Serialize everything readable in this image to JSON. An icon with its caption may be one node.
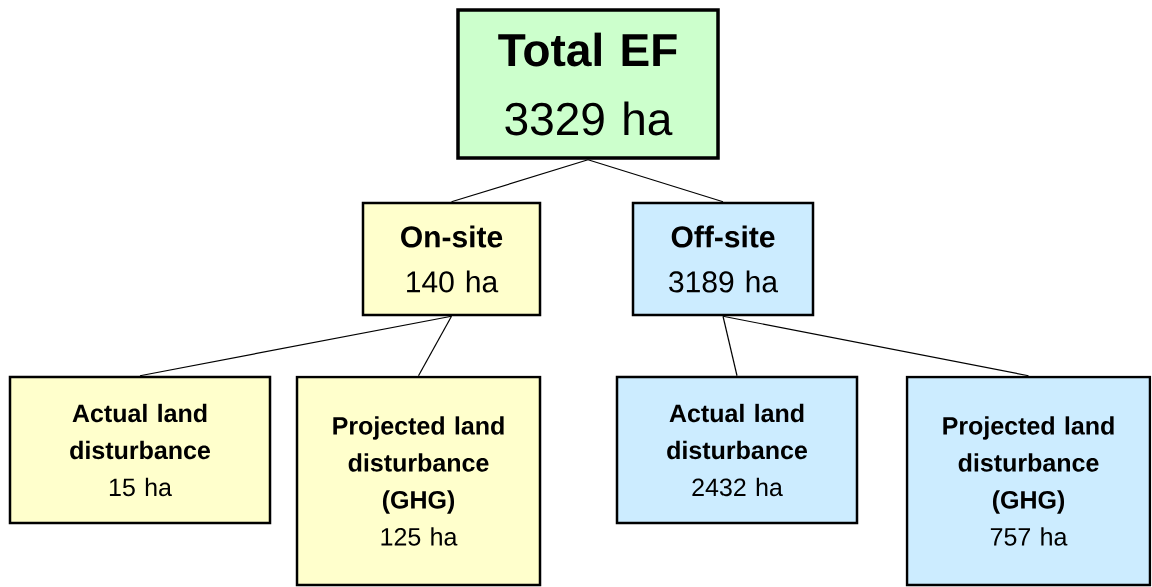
{
  "diagram": {
    "nodes": [
      {
        "text": [
          "Total EF",
          "3329 ha"
        ]
      },
      {
        "text": [
          "On-site",
          "140 ha"
        ]
      },
      {
        "text": [
          "Off-site",
          "3189 ha"
        ]
      },
      {
        "text": [
          "Actual land disturbance",
          "15 ha"
        ]
      },
      {
        "text": [
          "Projected land disturbance (GHG)",
          "125 ha"
        ]
      },
      {
        "text": [
          "Actual land disturbance",
          "2432 ha"
        ]
      },
      {
        "text": [
          "Projected land disturbance (GHG)",
          "757 ha"
        ]
      }
    ],
    "edges": [
      {
        "from": 0,
        "to": 1,
        "arrow": "none"
      },
      {
        "from": 0,
        "to": 2,
        "arrow": "none"
      },
      {
        "from": 1,
        "to": 3,
        "arrow": "none"
      },
      {
        "from": 1,
        "to": 4,
        "arrow": "none"
      },
      {
        "from": 2,
        "to": 5,
        "arrow": "none"
      },
      {
        "from": 2,
        "to": 6,
        "arrow": "none"
      }
    ]
  }
}
